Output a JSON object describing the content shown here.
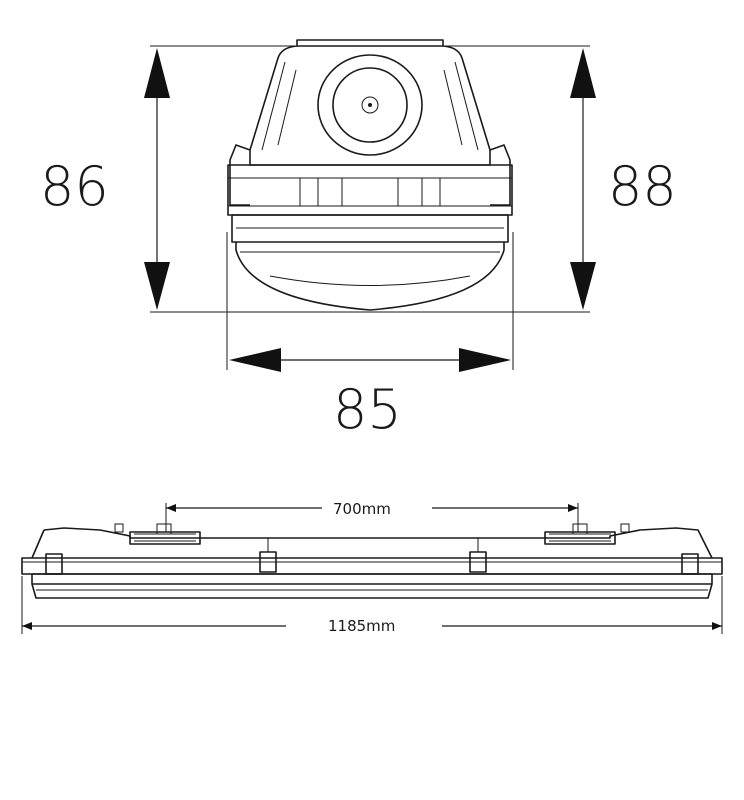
{
  "end_view": {
    "height_left_label": "86",
    "height_right_label": "88",
    "width_label": "85"
  },
  "side_view": {
    "clip_spacing_label": "700mm",
    "overall_length_label": "1185mm"
  },
  "colors": {
    "line": "#1a1a1a",
    "background": "#ffffff"
  }
}
